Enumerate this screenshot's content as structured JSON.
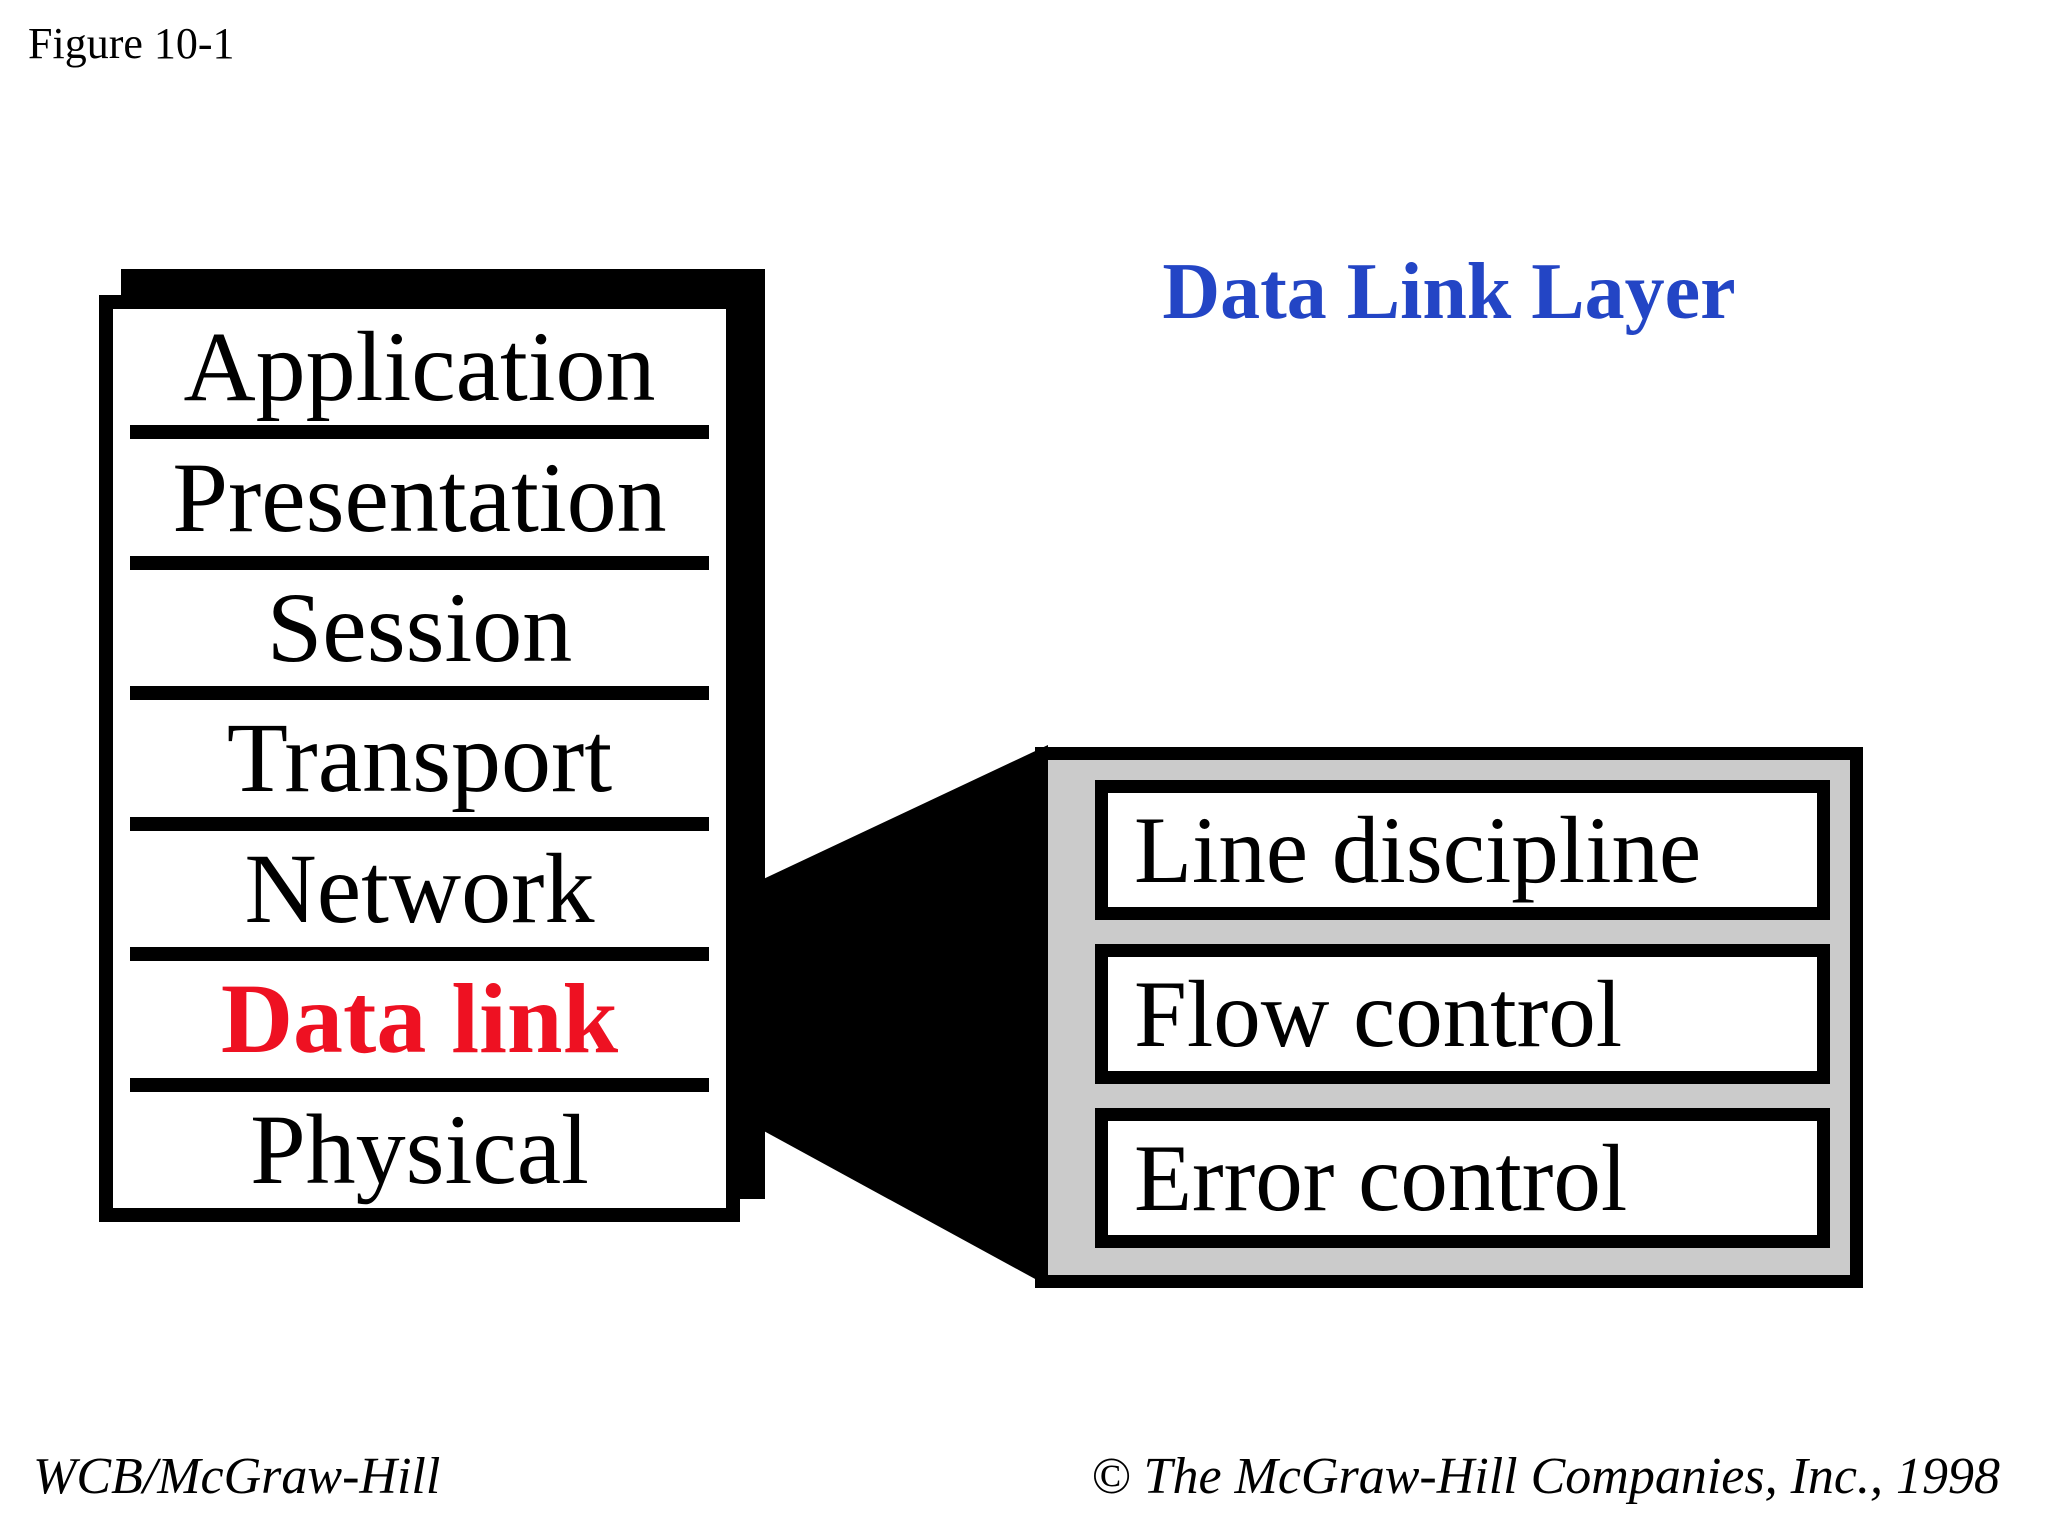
{
  "figure_label": "Figure 10-1",
  "title": {
    "text": "Data Link Layer",
    "color": "#2345C5"
  },
  "osi_stack": {
    "layers": [
      {
        "label": "Application",
        "highlighted": false
      },
      {
        "label": "Presentation",
        "highlighted": false
      },
      {
        "label": "Session",
        "highlighted": false
      },
      {
        "label": "Transport",
        "highlighted": false
      },
      {
        "label": "Network",
        "highlighted": false
      },
      {
        "label": "Data link",
        "highlighted": true
      },
      {
        "label": "Physical",
        "highlighted": false
      }
    ],
    "highlight_color": "#EE1122"
  },
  "detail_panel": {
    "items": [
      "Line discipline",
      "Flow control",
      "Error control"
    ],
    "background_color": "#CBCBCB"
  },
  "footer": {
    "left": "WCB/McGraw-Hill",
    "right": "© The McGraw-Hill Companies, Inc., 1998"
  }
}
